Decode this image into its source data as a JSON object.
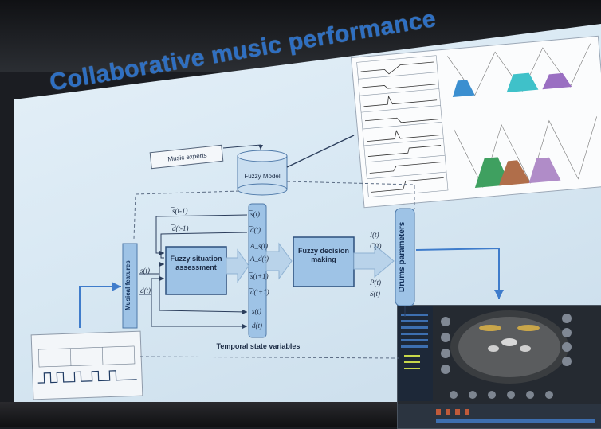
{
  "slide": {
    "title": "Collaborative music performance"
  },
  "diagram": {
    "music_experts": "Music experts",
    "fuzzy_model": "Fuzzy Model",
    "musical_features": "Musical features",
    "fuzzy_situation_assessment": "Fuzzy situation assessment",
    "fuzzy_decision_making": "Fuzzy decision making",
    "drums_parameters": "Drums parameters",
    "temporal_state_variables": "Temporal state variables",
    "input_symbols": [
      "s(t)",
      "d(t)"
    ],
    "state_symbols": [
      "̅s(t-1)",
      "̅d(t-1)"
    ],
    "temporal_symbols": [
      "̅s(t)",
      "̅d(t)",
      "A_s(t)",
      "A_d(t)",
      "̅s(t+1)",
      "̅d(t+1)",
      "s(t)",
      "d(t)"
    ],
    "output_symbols": [
      "I(t)",
      "C(t)",
      "P(t)",
      "S(t)"
    ]
  },
  "colors": {
    "title": "#2e6fc2",
    "box_fill": "#9ec3e6",
    "box_border": "#4d78a8",
    "arrow": "#3f7ccb"
  }
}
